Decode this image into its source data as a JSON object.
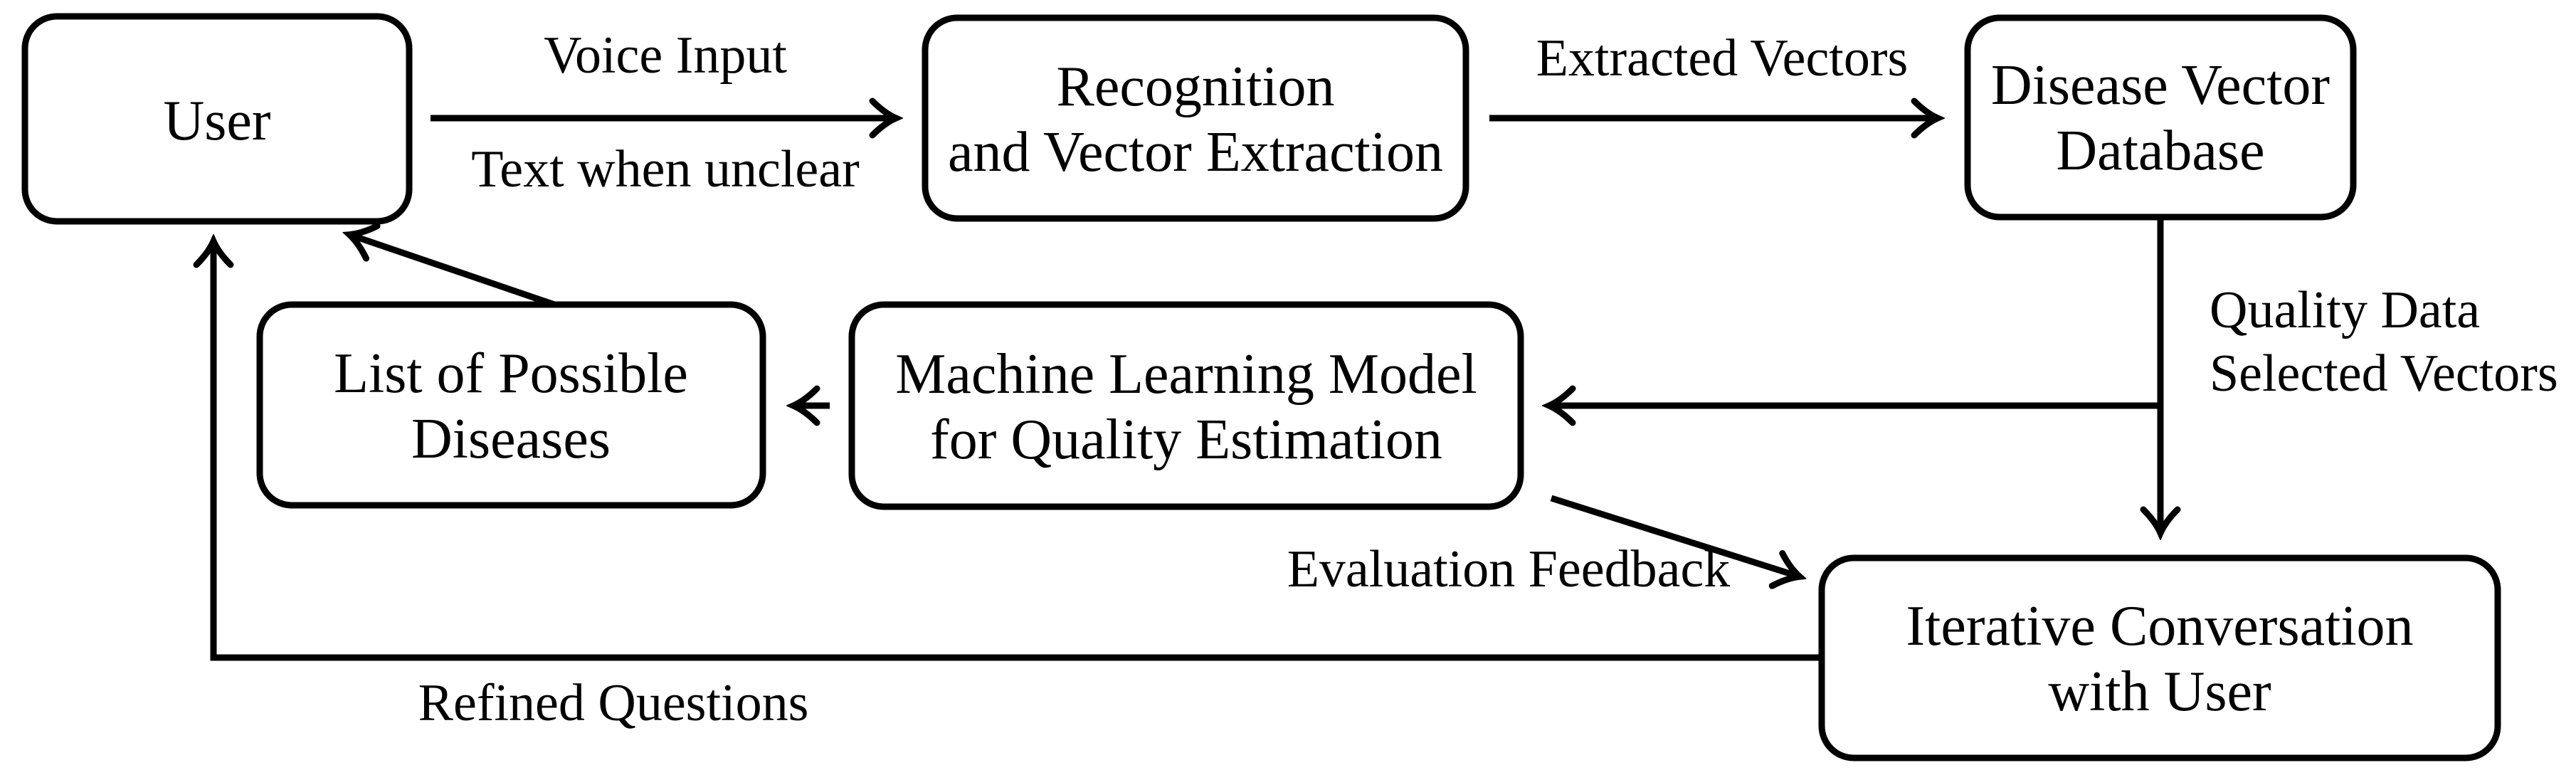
{
  "diagram": {
    "colors": {
      "stroke": "#000000",
      "background": "#ffffff",
      "text": "#000000"
    },
    "nodes": {
      "user": {
        "label": "User"
      },
      "recognition": {
        "line1": "Recognition",
        "line2": "and Vector Extraction"
      },
      "disease_db": {
        "line1": "Disease Vector",
        "line2": "Database"
      },
      "possible_diseases": {
        "line1": "List of Possible",
        "line2": "Diseases"
      },
      "ml_model": {
        "line1": "Machine Learning Model",
        "line2": "for Quality Estimation"
      },
      "iterative_conversation": {
        "line1": "Iterative Conversation",
        "line2": "with User"
      }
    },
    "edge_labels": {
      "voice_input": "Voice Input",
      "text_when_unclear": "Text when unclear",
      "extracted_vectors": "Extracted Vectors",
      "quality_data_line1": "Quality Data",
      "quality_data_line2": "Selected Vectors",
      "evaluation_feedback": "Evaluation Feedback",
      "refined_questions": "Refined Questions"
    }
  }
}
